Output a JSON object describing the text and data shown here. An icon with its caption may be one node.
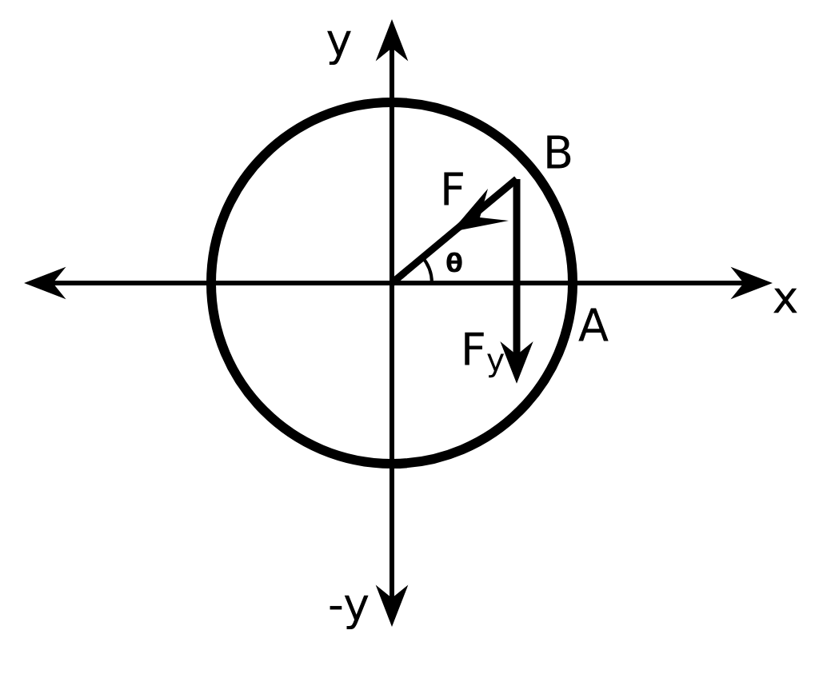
{
  "diagram": {
    "labels": [
      "y",
      "B",
      "F",
      "θ",
      "x",
      "F$_{y}$",
      "A",
      "-y"
    ]
  }
}
